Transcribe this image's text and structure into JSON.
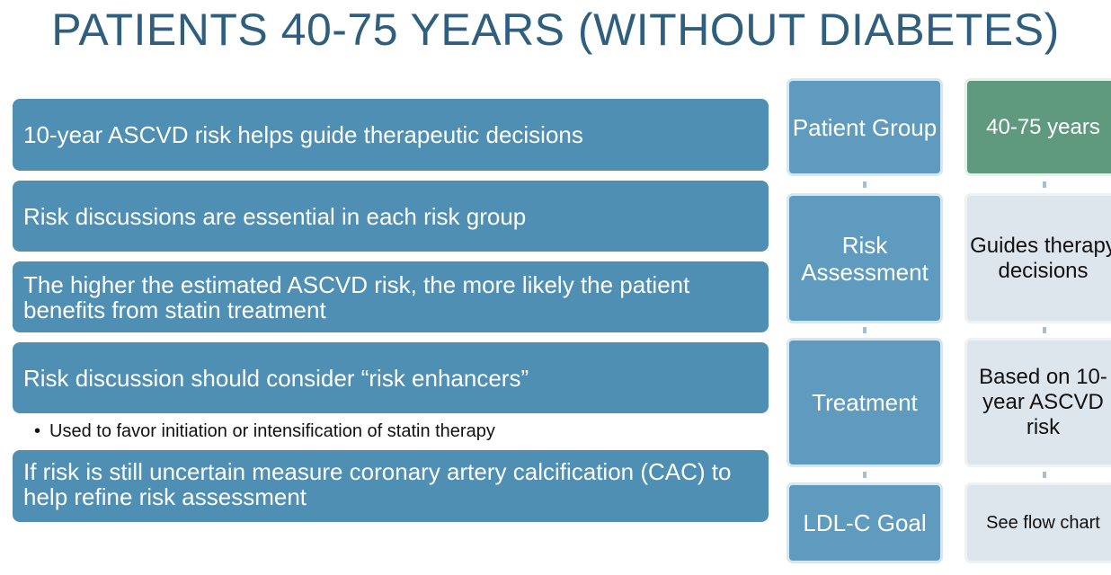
{
  "title": "PATIENTS 40-75 YEARS (WITHOUT DIABETES)",
  "bullets": {
    "b1": "10-year ASCVD risk helps guide therapeutic decisions",
    "b2": "Risk discussions are essential in each risk group",
    "b3": "The higher the estimated ASCVD risk, the more likely the patient benefits from statin treatment",
    "b4": "Risk discussion should consider “risk enhancers”",
    "b4_sub": "Used to favor initiation or intensification of statin therapy",
    "b5": "If risk is still uncertain measure coronary artery calcification (CAC) to help refine risk assessment"
  },
  "table": {
    "left": {
      "c1": "Patient Group",
      "c2": "Risk Assessment",
      "c3": "Treatment",
      "c4": "LDL-C Goal"
    },
    "right": {
      "c1": "40-75 years",
      "c2": "Guides therapy decisions",
      "c3": "Based on 10-year ASCVD risk",
      "c4": "See flow chart"
    }
  },
  "colors": {
    "title": "#2f5f7f",
    "bar": "#4f8fb3",
    "left_box": "#5e9bbf",
    "right_box": "#dde6ed",
    "green_box": "#5f9a7f"
  }
}
